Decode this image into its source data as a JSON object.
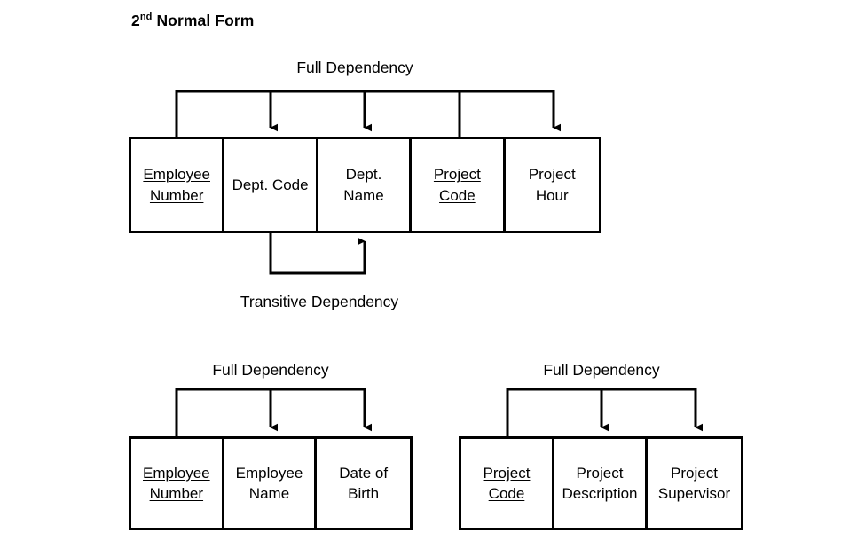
{
  "title": {
    "prefix": "2",
    "superscript": "nd",
    "suffix": " Normal Form"
  },
  "labels": {
    "full_dependency": "Full Dependency",
    "transitive_dependency": "Transitive Dependency"
  },
  "tables": {
    "main": {
      "name": "employee-project-table",
      "columns": [
        {
          "line1": "Employee",
          "line2": "Number",
          "is_key": true
        },
        {
          "line1": "Dept. Code",
          "line2": "",
          "is_key": false
        },
        {
          "line1": "Dept.",
          "line2": "Name",
          "is_key": false
        },
        {
          "line1": "Project",
          "line2": "Code",
          "is_key": true
        },
        {
          "line1": "Project",
          "line2": "Hour",
          "is_key": false
        }
      ]
    },
    "employee": {
      "name": "employee-table",
      "columns": [
        {
          "line1": "Employee",
          "line2": "Number",
          "is_key": true
        },
        {
          "line1": "Employee",
          "line2": "Name",
          "is_key": false
        },
        {
          "line1": "Date of",
          "line2": "Birth",
          "is_key": false
        }
      ]
    },
    "project": {
      "name": "project-table",
      "columns": [
        {
          "line1": "Project",
          "line2": "Code",
          "is_key": true
        },
        {
          "line1": "Project",
          "line2": "Description",
          "is_key": false
        },
        {
          "line1": "Project",
          "line2": "Supervisor",
          "is_key": false
        }
      ]
    }
  },
  "captions": {
    "main_full_dependency": "Full Dependency",
    "main_transitive_dependency": "Transitive Dependency",
    "employee_full_dependency": "Full Dependency",
    "project_full_dependency": "Full Dependency"
  },
  "colors": {
    "line": "#000000",
    "text": "#000000",
    "background": "#ffffff"
  }
}
